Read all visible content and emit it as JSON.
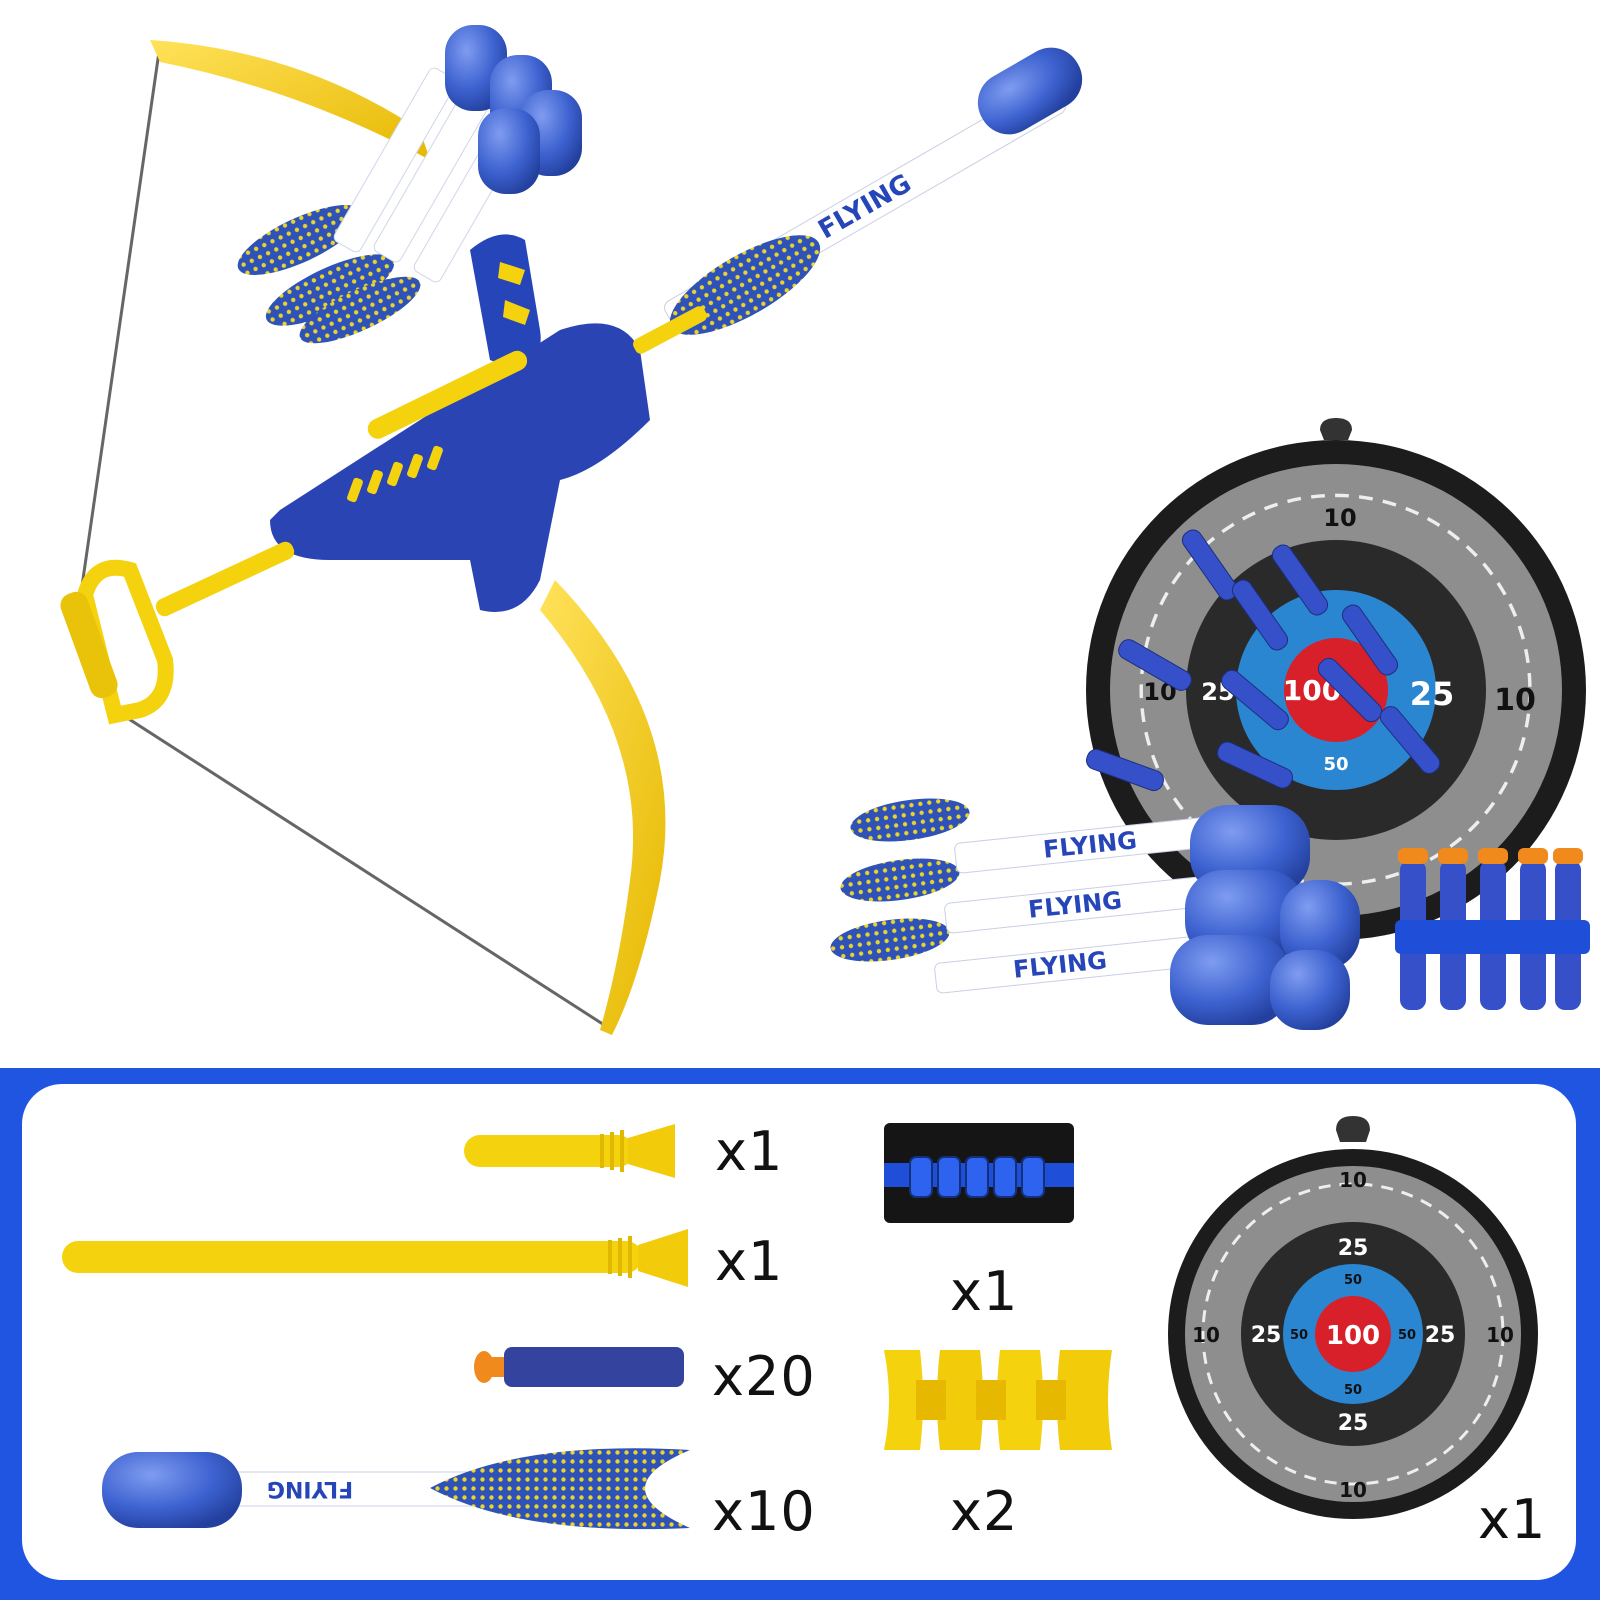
{
  "colors": {
    "frame_blue": "#1f55e0",
    "bow_blue": "#2645b8",
    "bow_yellow": "#f5d20e",
    "foam_blue": "#4a6fd6",
    "dart_navy": "#2a3a9c",
    "suction_orange": "#f08a1c",
    "target_black": "#1c1c1c",
    "target_gray": "#8a8a8a",
    "bullseye_red": "#d8202a",
    "bullseye_blue": "#2a86d0"
  },
  "hero": {
    "arrow_brand": "FLYING",
    "target_scores": {
      "outer": "10",
      "middle": "25",
      "inner": "50",
      "center": "100"
    }
  },
  "contents": {
    "short_stick_qty": "x1",
    "long_stick_qty": "x1",
    "foam_darts_qty": "x20",
    "arrows_qty": "x10",
    "wristband_qty": "x1",
    "holders_qty": "x2",
    "target_qty": "x1"
  }
}
